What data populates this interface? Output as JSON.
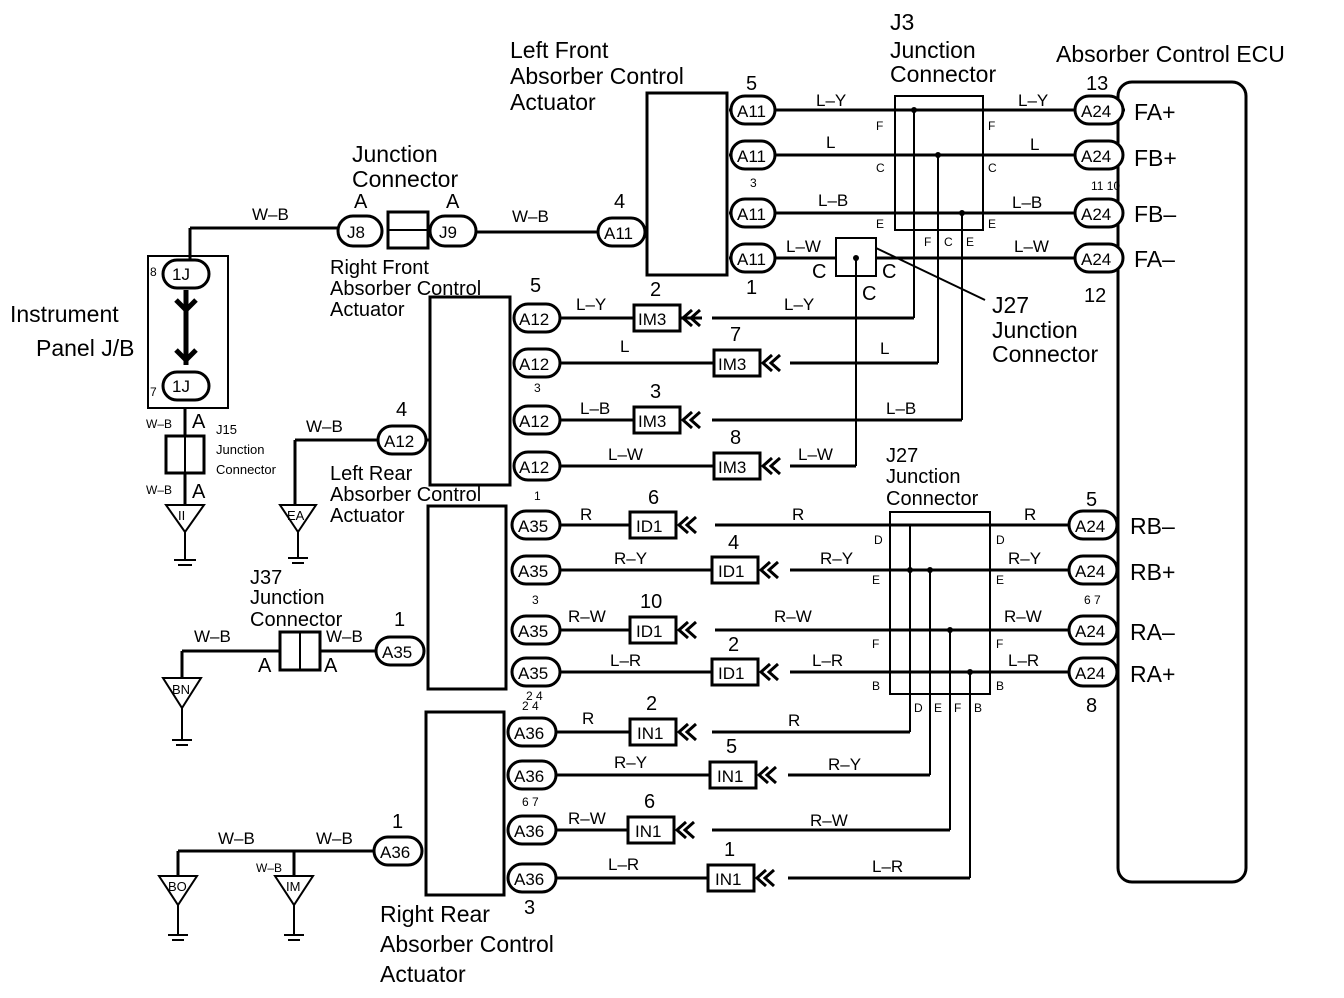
{
  "labels": {
    "lf_act": [
      "Left Front",
      "Absorber Control",
      "Actuator"
    ],
    "j3": [
      "J3",
      "Junction",
      "Connector"
    ],
    "ecu": "Absorber Control ECU",
    "jc_top": [
      "Junction",
      "Connector"
    ],
    "rf_act": [
      "Right Front",
      "Absorber Control",
      "Actuator"
    ],
    "ip_jb": [
      "Instrument",
      "Panel J/B"
    ],
    "j27_top": [
      "J27",
      "Junction",
      "Connector"
    ],
    "j15": [
      "J15",
      "Junction",
      "Connector"
    ],
    "lr_act": [
      "Left Rear",
      "Absorber Control",
      "Actuator"
    ],
    "j27_bot": [
      "J27",
      "Junction",
      "Connector"
    ],
    "j37": [
      "J37",
      "Junction",
      "Connector"
    ],
    "rr_act": [
      "Right Rear",
      "Absorber Control",
      "Actuator"
    ]
  },
  "ecu_terminals": [
    "FA+",
    "FB+",
    "FB–",
    "FA–",
    "RB–",
    "RB+",
    "RA–",
    "RA+"
  ],
  "pins": {
    "a11_top": "5",
    "a11_bot": "1",
    "a11_left": "4",
    "a24_top": "13",
    "a24_fa_minus": "12",
    "a24_rb_minus": "5",
    "a24_ra_plus": "8",
    "a12_top": "5",
    "a12_left": "4",
    "a35_left": "1",
    "a36_left": "1",
    "a36_bot": "3",
    "j1_top": "8",
    "j1_bot": "7",
    "tiny_a11": "3",
    "tiny_a24_fb": "11 10",
    "tiny_a12": "3",
    "tiny_a35_top": "1",
    "tiny_a35_mid": "3",
    "tiny_a35_bot": "2 4",
    "tiny_a24_ra": "6 7",
    "tiny_a36_top": "2 4",
    "tiny_a36_mid": "6 7"
  },
  "connectors": {
    "a11": "A11",
    "a24": "A24",
    "a12": "A12",
    "a35": "A35",
    "a36": "A36",
    "j8": "J8",
    "j9": "J9",
    "onej": "1J",
    "im3": "IM3",
    "id1": "ID1",
    "in1": "IN1"
  },
  "grounds": {
    "ii": "II",
    "ea": "EA",
    "bn": "BN",
    "bo": "BO",
    "im": "IM"
  },
  "mid_pins": {
    "im3": [
      "2",
      "7",
      "3",
      "8"
    ],
    "id1": [
      "6",
      "4",
      "10",
      "2"
    ],
    "in1": [
      "2",
      "5",
      "6",
      "1"
    ]
  },
  "wire_colors": {
    "wb": "W–B",
    "ly": "L–Y",
    "l": "L",
    "lb": "L–B",
    "lw": "L–W",
    "r": "R",
    "ry": "R–Y",
    "rw": "R–W",
    "lr": "L–R"
  },
  "junction_letters": {
    "a": "A",
    "b": "B",
    "c": "C",
    "d": "D",
    "e": "E",
    "f": "F"
  }
}
